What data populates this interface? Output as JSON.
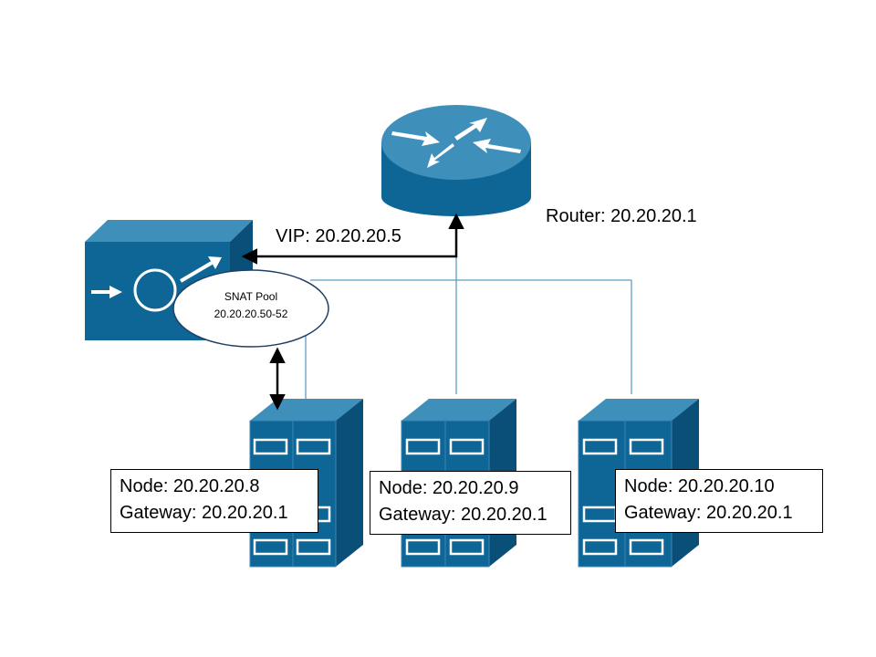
{
  "router": {
    "label": "Router: 20.20.20.1"
  },
  "load_balancer": {
    "vip_label": "VIP: 20.20.20.5",
    "snat_title": "SNAT Pool",
    "snat_range": "20.20.20.50-52"
  },
  "nodes": [
    {
      "node": "Node: 20.20.20.8",
      "gateway": "Gateway: 20.20.20.1"
    },
    {
      "node": "Node: 20.20.20.9",
      "gateway": "Gateway: 20.20.20.1"
    },
    {
      "node": "Node: 20.20.20.10",
      "gateway": "Gateway: 20.20.20.1"
    }
  ],
  "colors": {
    "device_fill": "#0e6696",
    "device_top": "#3f8fbb",
    "device_dark": "#0a4f78",
    "link_line": "#5a9dc7",
    "arrow": "#000000"
  },
  "icons": [
    "router-icon",
    "load-balancer-icon",
    "server-rack-icon"
  ]
}
